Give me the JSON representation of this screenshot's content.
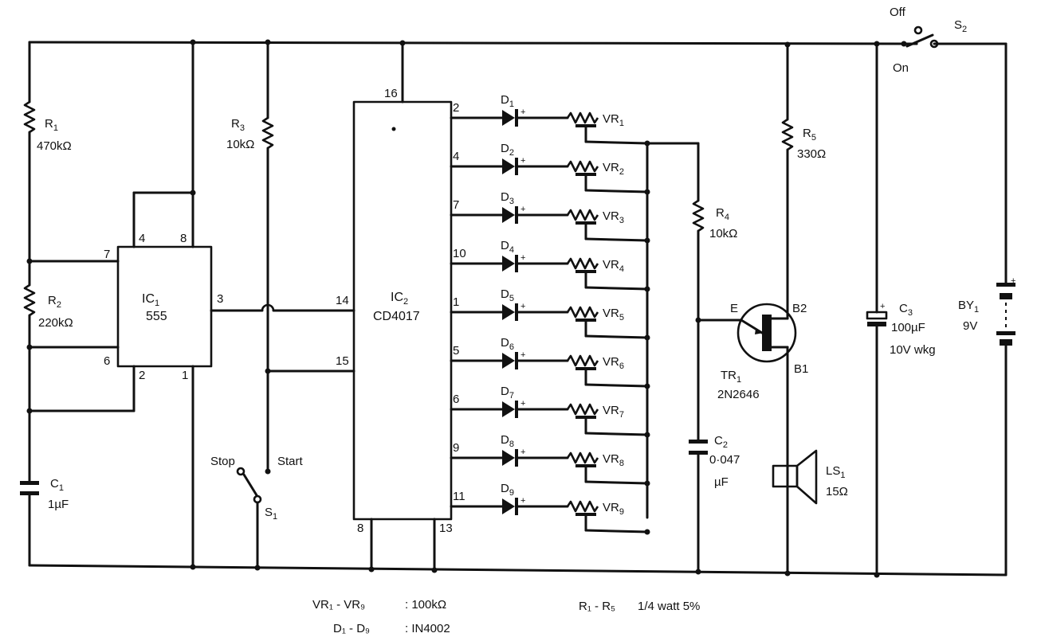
{
  "components": {
    "r1": {
      "ref": "R",
      "sub": "1",
      "value": "470kΩ"
    },
    "r2": {
      "ref": "R",
      "sub": "2",
      "value": "220kΩ"
    },
    "r3": {
      "ref": "R",
      "sub": "3",
      "value": "10kΩ"
    },
    "r4": {
      "ref": "R",
      "sub": "4",
      "value": "10kΩ"
    },
    "r5": {
      "ref": "R",
      "sub": "5",
      "value": "330Ω"
    },
    "c1": {
      "ref": "C",
      "sub": "1",
      "value": "1µF"
    },
    "c2": {
      "ref": "C",
      "sub": "2",
      "value1": "0·047",
      "value2": "µF"
    },
    "c3": {
      "ref": "C",
      "sub": "3",
      "value1": "100µF",
      "value2": "10V wkg"
    },
    "ic1": {
      "ref": "IC",
      "sub": "1",
      "value": "555",
      "pins": {
        "p4": "4",
        "p8": "8",
        "p7": "7",
        "p6": "6",
        "p2": "2",
        "p1": "1",
        "p3": "3"
      }
    },
    "ic2": {
      "ref": "IC",
      "sub": "2",
      "value": "CD4017",
      "pins": {
        "p16": "16",
        "p14": "14",
        "p15": "15",
        "p8": "8",
        "p13": "13"
      }
    },
    "tr1": {
      "ref": "TR",
      "sub": "1",
      "value": "2N2646",
      "e": "E",
      "b1": "B1",
      "b2": "B2"
    },
    "ls1": {
      "ref": "LS",
      "sub": "1",
      "value": "15Ω"
    },
    "by1": {
      "ref": "BY",
      "sub": "1",
      "value": "9V"
    },
    "s1": {
      "ref": "S",
      "sub": "1",
      "stop": "Stop",
      "start": "Start"
    },
    "s2": {
      "ref": "S",
      "sub": "2",
      "off": "Off",
      "on": "On"
    }
  },
  "outputs": [
    {
      "pin": "2",
      "d": "D",
      "dsub": "1",
      "vr": "VR",
      "vrsub": "1"
    },
    {
      "pin": "4",
      "d": "D",
      "dsub": "2",
      "vr": "VR",
      "vrsub": "2"
    },
    {
      "pin": "7",
      "d": "D",
      "dsub": "3",
      "vr": "VR",
      "vrsub": "3"
    },
    {
      "pin": "10",
      "d": "D",
      "dsub": "4",
      "vr": "VR",
      "vrsub": "4"
    },
    {
      "pin": "1",
      "d": "D",
      "dsub": "5",
      "vr": "VR",
      "vrsub": "5"
    },
    {
      "pin": "5",
      "d": "D",
      "dsub": "6",
      "vr": "VR",
      "vrsub": "6"
    },
    {
      "pin": "6",
      "d": "D",
      "dsub": "7",
      "vr": "VR",
      "vrsub": "7"
    },
    {
      "pin": "9",
      "d": "D",
      "dsub": "8",
      "vr": "VR",
      "vrsub": "8"
    },
    {
      "pin": "11",
      "d": "D",
      "dsub": "9",
      "vr": "VR",
      "vrsub": "9"
    }
  ],
  "plus_sign": "+",
  "notes": {
    "vr_range": "VR₁ - VR₉",
    "vr_value": ": 100kΩ",
    "d_range": "D₁ - D₉",
    "d_value": ": IN4002",
    "r_range": "R₁ - R₅",
    "r_value": "1/4 watt 5%"
  }
}
